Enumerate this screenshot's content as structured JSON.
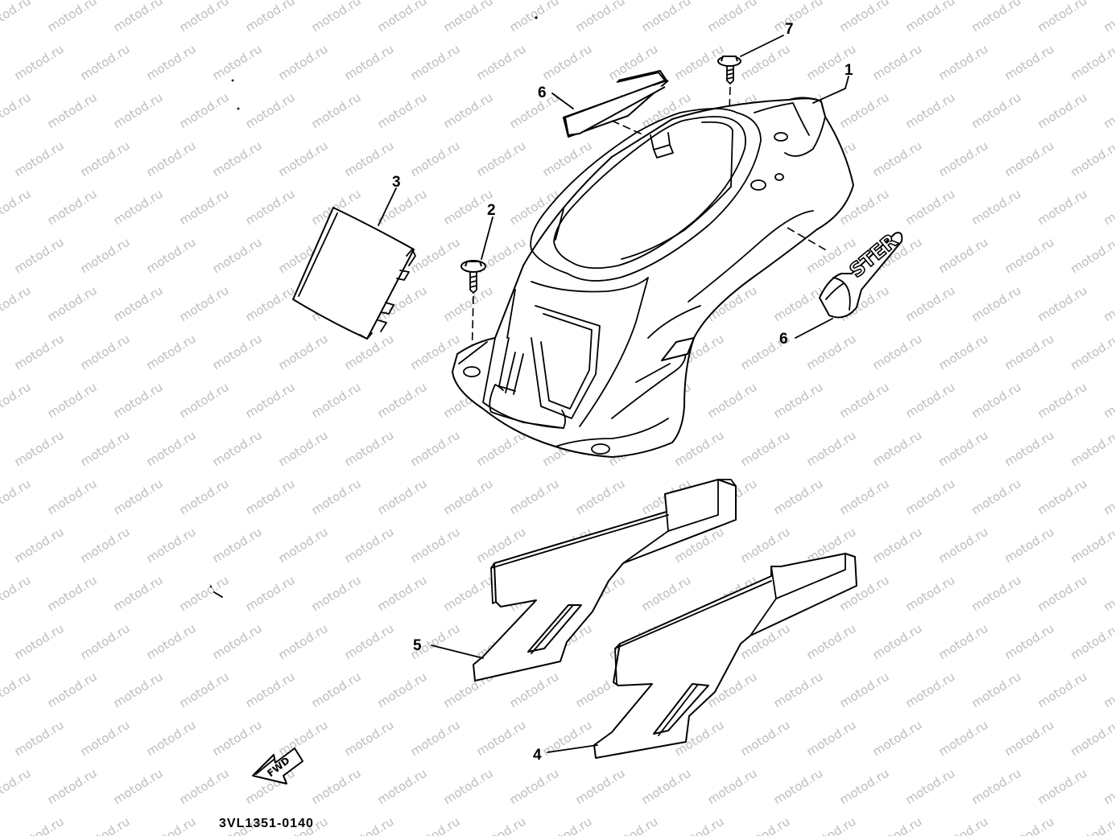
{
  "watermark": {
    "text": "motod.ru"
  },
  "callouts": [
    {
      "id": "1",
      "label": "1"
    },
    {
      "id": "2",
      "label": "2"
    },
    {
      "id": "3",
      "label": "3"
    },
    {
      "id": "4",
      "label": "4"
    },
    {
      "id": "5",
      "label": "5"
    },
    {
      "id": "6a",
      "label": "6"
    },
    {
      "id": "6b",
      "label": "6"
    },
    {
      "id": "7",
      "label": "7"
    }
  ],
  "emblem_text": "STER",
  "fwd_arrow": {
    "label": "FWD"
  },
  "diagram_code": "3VL1351-0140",
  "colors": {
    "ink": "#000000",
    "watermark": "#bdbdbd",
    "background": "#ffffff"
  }
}
